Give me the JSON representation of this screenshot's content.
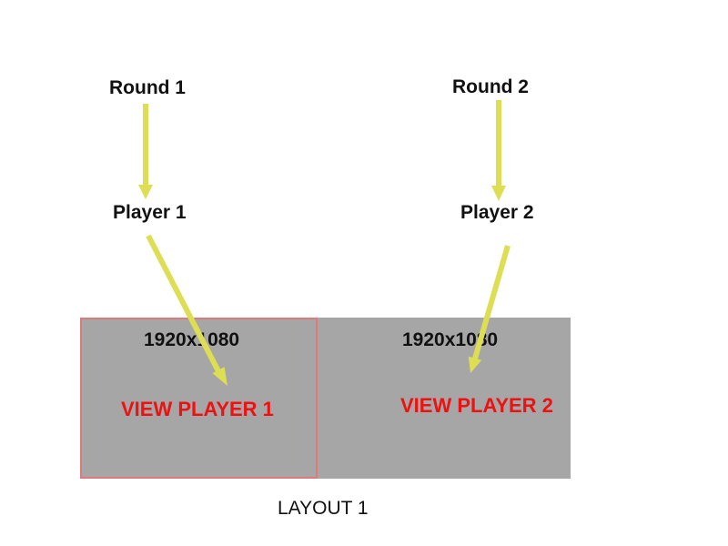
{
  "round_1": "Round 1",
  "round_2": "Round 2",
  "player_1": "Player 1",
  "player_2": "Player 2",
  "screen_1": {
    "resolution": "1920x1080",
    "view": "VIEW PLAYER 1"
  },
  "screen_2": {
    "resolution": "1920x1080",
    "view": "VIEW PLAYER 2"
  },
  "layout_title": "LAYOUT 1",
  "colors": {
    "arrow": "#dede55",
    "screen_fill": "#a6a6a6",
    "screen_1_border": "#e07a7a",
    "view_text": "#ee1111",
    "label_text": "#111111"
  }
}
